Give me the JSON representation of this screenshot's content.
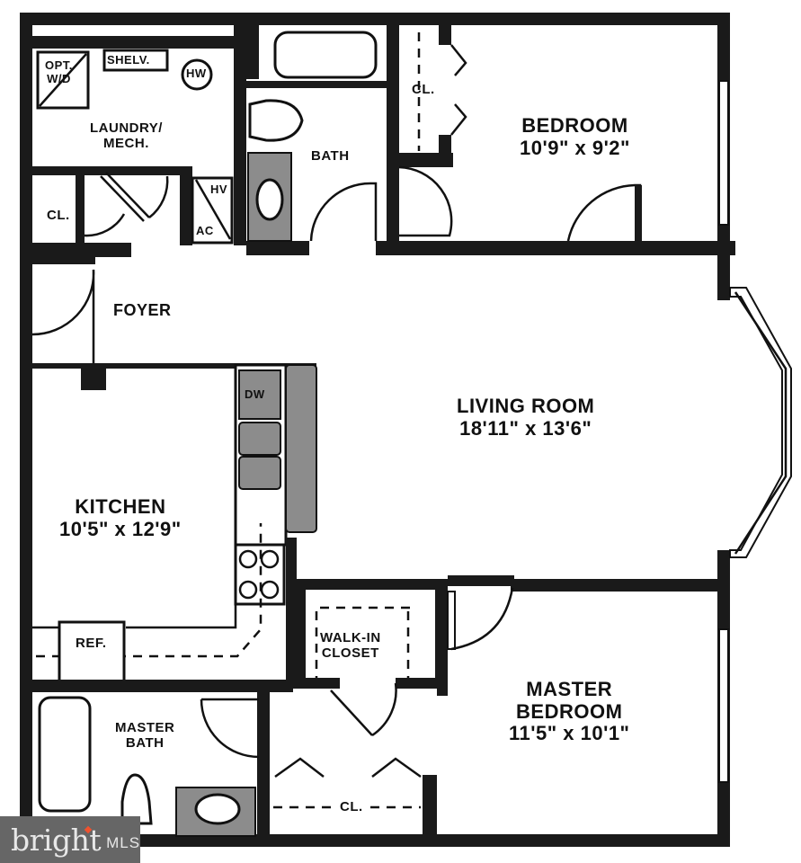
{
  "floorplan": {
    "rooms": {
      "laundry": {
        "name_line1": "LAUNDRY/",
        "name_line2": "MECH."
      },
      "bath": {
        "name": "BATH"
      },
      "bedroom": {
        "name": "BEDROOM",
        "dimensions": "10'9\" x 9'2\""
      },
      "foyer": {
        "name": "FOYER"
      },
      "living_room": {
        "name": "LIVING ROOM",
        "dimensions": "18'11\" x 13'6\""
      },
      "kitchen": {
        "name": "KITCHEN",
        "dimensions": "10'5\" x 12'9\""
      },
      "walk_in_closet": {
        "name_line1": "WALK-IN",
        "name_line2": "CLOSET"
      },
      "master_bedroom": {
        "name_line1": "MASTER",
        "name_line2": "BEDROOM",
        "dimensions": "11'5\" x 10'1\""
      },
      "master_bath": {
        "name_line1": "MASTER",
        "name_line2": "BATH"
      }
    },
    "fixtures": {
      "opt_wd_line1": "OPT.",
      "opt_wd_line2": "W/D",
      "shelves": "SHELV.",
      "water_heater": "HW",
      "hvac": "HV",
      "ac": "AC",
      "closet_laundry": "CL.",
      "closet_bedroom": "CL.",
      "closet_master": "CL.",
      "dishwasher": "DW",
      "refrigerator": "REF."
    }
  },
  "watermark": {
    "brand": "bright",
    "suffix": "MLS",
    "accent_color": "#f0522e"
  }
}
